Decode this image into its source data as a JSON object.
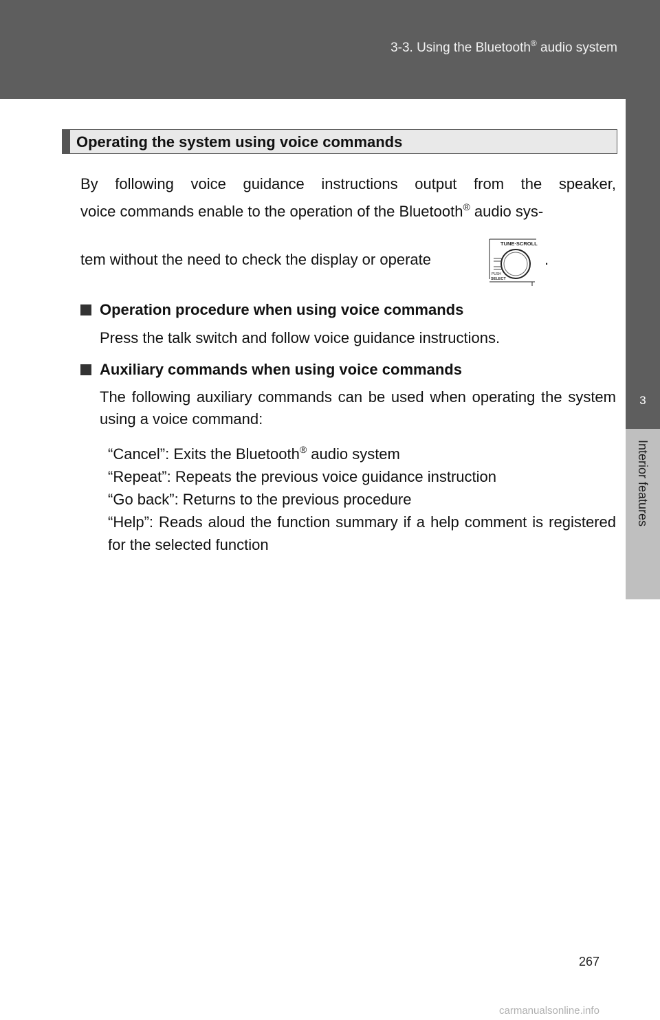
{
  "header": {
    "section_prefix": "3-3. Using the Bluetooth",
    "section_reg": "®",
    "section_suffix": " audio system"
  },
  "side_tab": {
    "chapter_number": "3",
    "chapter_label": "Interior features"
  },
  "section": {
    "title": "Operating the system using voice commands"
  },
  "intro": {
    "line1": "By following voice guidance instructions output from the speaker,",
    "line2_a": "voice commands enable to the operation of the Bluetooth",
    "line2_reg": "®",
    "line2_b": " audio sys-",
    "line3": "tem without the need to check the display or operate",
    "line3_end": "."
  },
  "knob_icon": {
    "label_top": "TUNE·SCROLL",
    "label_bottom_1": "PUSH",
    "label_bottom_2": "SELECT"
  },
  "subsections": [
    {
      "heading": "Operation procedure when using voice commands",
      "body": "Press the talk switch and follow voice guidance instructions."
    },
    {
      "heading": "Auxiliary commands when using voice commands",
      "body": "The following auxiliary commands can be used when operating the system using a voice command:"
    }
  ],
  "commands": {
    "cancel_a": "“Cancel”: Exits the Bluetooth",
    "cancel_reg": "®",
    "cancel_b": " audio system",
    "repeat": "“Repeat”: Repeats the previous voice guidance instruction",
    "go_back": "“Go back”: Returns to the previous procedure",
    "help": "“Help”: Reads aloud the function summary if a help comment is registered for the selected function"
  },
  "page_number": "267",
  "watermark": "carmanualsonline.info"
}
